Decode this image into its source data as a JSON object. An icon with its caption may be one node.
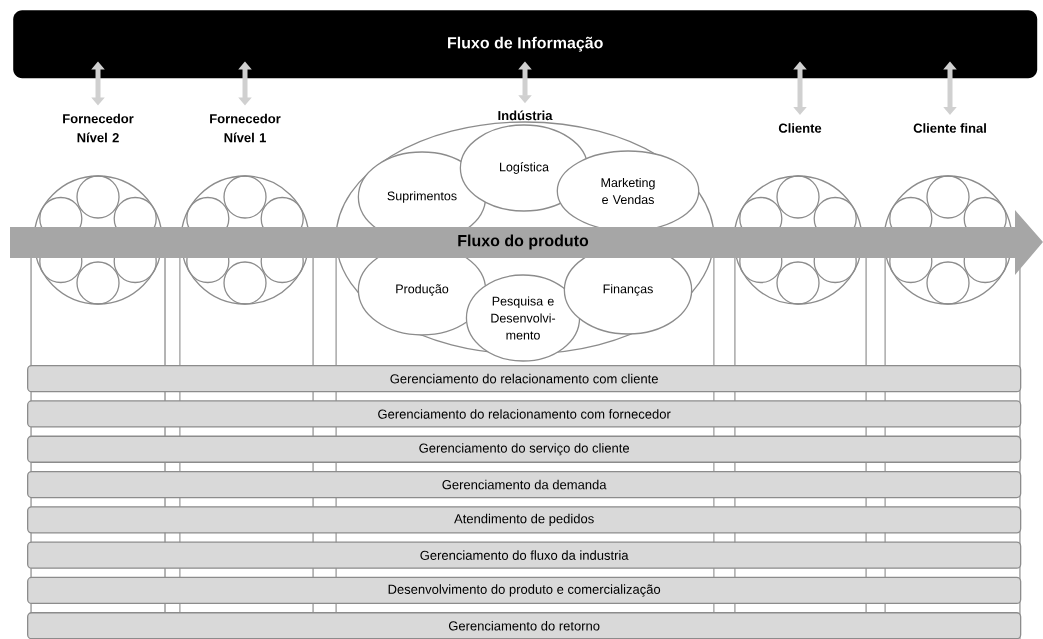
{
  "diagram": {
    "nodes": [
      {
        "text": [
          "Fluxo de Informação"
        ]
      },
      {
        "text": [
          "Fornecedor Nível 2"
        ]
      },
      {
        "text": [
          "Fornecedor Nível 1"
        ]
      },
      {
        "text": [
          "Indústria"
        ]
      },
      {
        "text": [
          "Suprimentos"
        ],
        "in": 3
      },
      {
        "text": [
          "Logística"
        ],
        "in": 3
      },
      {
        "text": [
          "Marketing e Vendas"
        ],
        "in": 3
      },
      {
        "text": [
          "Produção"
        ],
        "in": 3
      },
      {
        "text": [
          "Pesquisa e Desenvolvi-mento"
        ],
        "in": 3
      },
      {
        "text": [
          "Finanças"
        ],
        "in": 3
      },
      {
        "text": [
          "Cliente"
        ]
      },
      {
        "text": [
          "Cliente final"
        ]
      },
      {
        "text": [
          "Fluxo do produto"
        ]
      },
      {
        "text": [
          "Gerenciamento do relacionamento com cliente"
        ]
      },
      {
        "text": [
          "Gerenciamento do relacionamento com fornecedor"
        ]
      },
      {
        "text": [
          "Gerenciamento do serviço do cliente"
        ]
      },
      {
        "text": [
          "Gerenciamento da demanda"
        ]
      },
      {
        "text": [
          "Atendimento de pedidos"
        ]
      },
      {
        "text": [
          "Gerenciamento do fluxo da industria"
        ]
      },
      {
        "text": [
          "Desenvolvimento do produto e comercialização"
        ]
      },
      {
        "text": [
          "Gerenciamento do retorno"
        ]
      }
    ],
    "edges": [
      {
        "from": 0,
        "to": 1,
        "arrow": "both"
      },
      {
        "from": 0,
        "to": 2,
        "arrow": "both"
      },
      {
        "from": 0,
        "to": 3,
        "arrow": "both"
      },
      {
        "from": 0,
        "to": 10,
        "arrow": "both"
      },
      {
        "from": 0,
        "to": 11,
        "arrow": "both"
      }
    ]
  }
}
